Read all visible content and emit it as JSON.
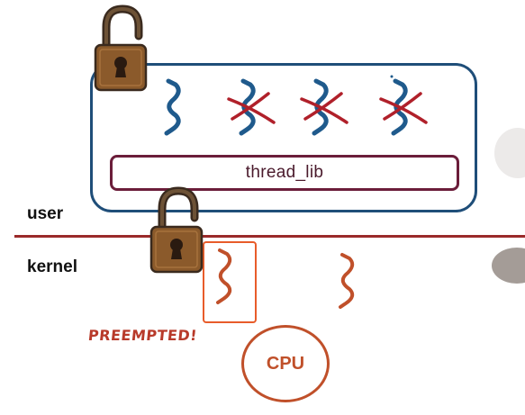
{
  "diagram": {
    "labels": {
      "user": "user",
      "kernel": "kernel",
      "thread_lib": "thread_lib",
      "preempted_note": "PREEMPTED!",
      "cpu": "CPU"
    },
    "user_threads": [
      {
        "crossed": false
      },
      {
        "crossed": true
      },
      {
        "crossed": true
      },
      {
        "crossed": true
      }
    ],
    "kernel_threads": [
      {
        "highlighted": true
      },
      {
        "highlighted": false
      }
    ],
    "locks": [
      {
        "state": "open",
        "location": "user-process"
      },
      {
        "state": "open",
        "location": "kernel-boundary"
      }
    ],
    "colors": {
      "process_outline": "#1f4e79",
      "library_outline": "#6b1d3a",
      "user_thread": "#1f5a8c",
      "cross": "#b0202a",
      "kernel_thread": "#c0502a",
      "divider": "#9a2a2a",
      "highlight": "#e85c2a",
      "lock_body": "#8b5a2b",
      "lock_shackle": "#3a2a1e"
    }
  }
}
